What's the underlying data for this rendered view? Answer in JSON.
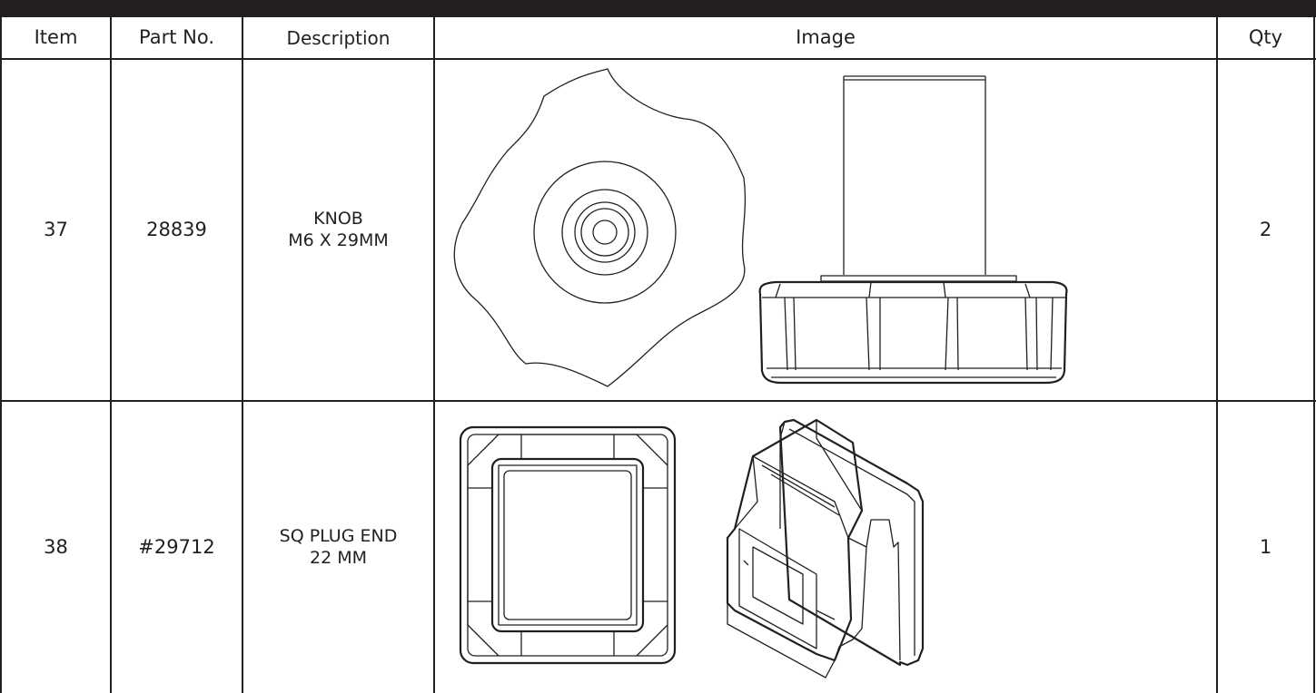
{
  "table": {
    "headers": {
      "item": "Item",
      "part_no": "Part No.",
      "description": "Description",
      "image": "Image",
      "qty": "Qty"
    },
    "rows": [
      {
        "item": "37",
        "part_no": "28839",
        "description_line1": "KNOB",
        "description_line2": "M6 X 29MM",
        "image_icon": "knob-drawing-icon",
        "qty": "2"
      },
      {
        "item": "38",
        "part_no": "#29712",
        "description_line1": "SQ PLUG END",
        "description_line2": "22 MM",
        "image_icon": "square-plug-drawing-icon",
        "qty": "1"
      }
    ]
  },
  "colors": {
    "ink": "#231f20",
    "background": "#ffffff"
  }
}
